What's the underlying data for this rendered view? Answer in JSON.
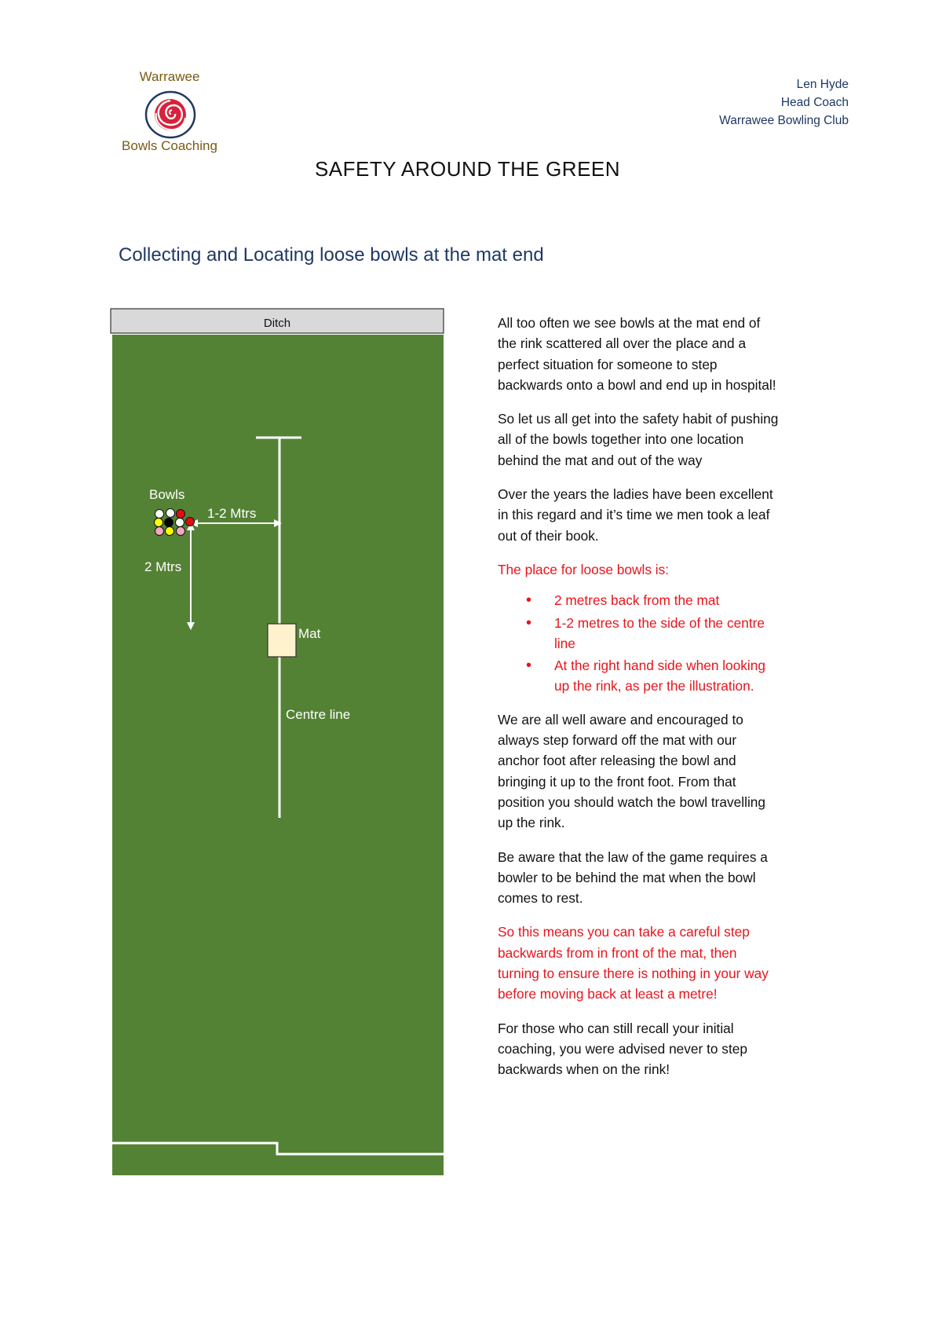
{
  "header": {
    "logo_top": "Warrawee",
    "logo_bottom": "Bowls Coaching",
    "author_lines": [
      "Len Hyde",
      "Head Coach",
      "Warrawee Bowling Club"
    ]
  },
  "title": "SAFETY AROUND THE GREEN",
  "subtitle": "Collecting and Locating loose bowls at the mat end",
  "diagram": {
    "ditch": "Ditch",
    "bowls": "Bowls",
    "side_distance": "1-2 Mtrs",
    "back_distance": "2 Mtrs",
    "mat": "Mat",
    "centre_line": "Centre line",
    "colors": {
      "green": "#548235",
      "ditch": "#d9d9d9",
      "mat": "#fff2cc",
      "bowl_red": "#e01010",
      "bowl_yellow": "#ffff00",
      "bowl_pink": "#f4a7c0",
      "bowl_white": "#ffffff",
      "bowl_black": "#000000"
    }
  },
  "body": {
    "p1": "All too often we see bowls at the mat end of the rink scattered all over the place and a perfect situation for someone to step backwards onto a bowl and end up in hospital!",
    "p2": "So let us all get into the safety habit of pushing all of the bowls together into one location behind the mat and out of the way",
    "p3": "Over the years the ladies have been excellent in this regard and it’s time we men took a leaf out of their book.",
    "p4": "The place for loose bowls is:",
    "bullets": [
      "2 metres back from the mat",
      "1-2 metres to the side of the centre line",
      " At the right hand side when looking up the rink, as per the illustration."
    ],
    "p5": "We are all well aware and encouraged to always step forward off the mat with our anchor foot after releasing the bowl and bringing it up to the front foot. From that position you should watch the bowl travelling up the rink.",
    "p6": "Be aware that the law of the game requires a bowler to be behind the mat when the bowl comes to rest.",
    "p7": "So this means you can take a careful step backwards from in front of the mat, then turning to ensure there is nothing in your way before moving back at least a metre!",
    "p8": "For those who can still recall your initial coaching, you were advised never to step backwards when on the rink!"
  }
}
